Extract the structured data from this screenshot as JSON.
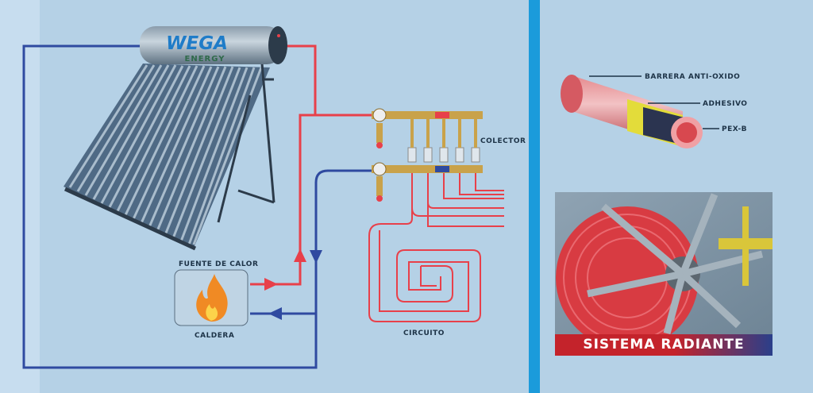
{
  "brand": {
    "name": "WEGA",
    "sub": "ENERGY"
  },
  "labels": {
    "collector": "COLECTOR",
    "heat_source": "FUENTE DE CALOR",
    "boiler": "CALDERA",
    "circuit": "CIRCUITO"
  },
  "pipe_layers": {
    "outer": "BARRERA ANTI-OXIDO",
    "middle": "ADHESIVO",
    "inner": "PEX-B"
  },
  "photo_banner": "SISTEMA RADIANTE",
  "colors": {
    "hot": "#e8404a",
    "cold": "#2f4aa0",
    "divider": "#1b9bdb",
    "background": "#b5d1e6"
  }
}
